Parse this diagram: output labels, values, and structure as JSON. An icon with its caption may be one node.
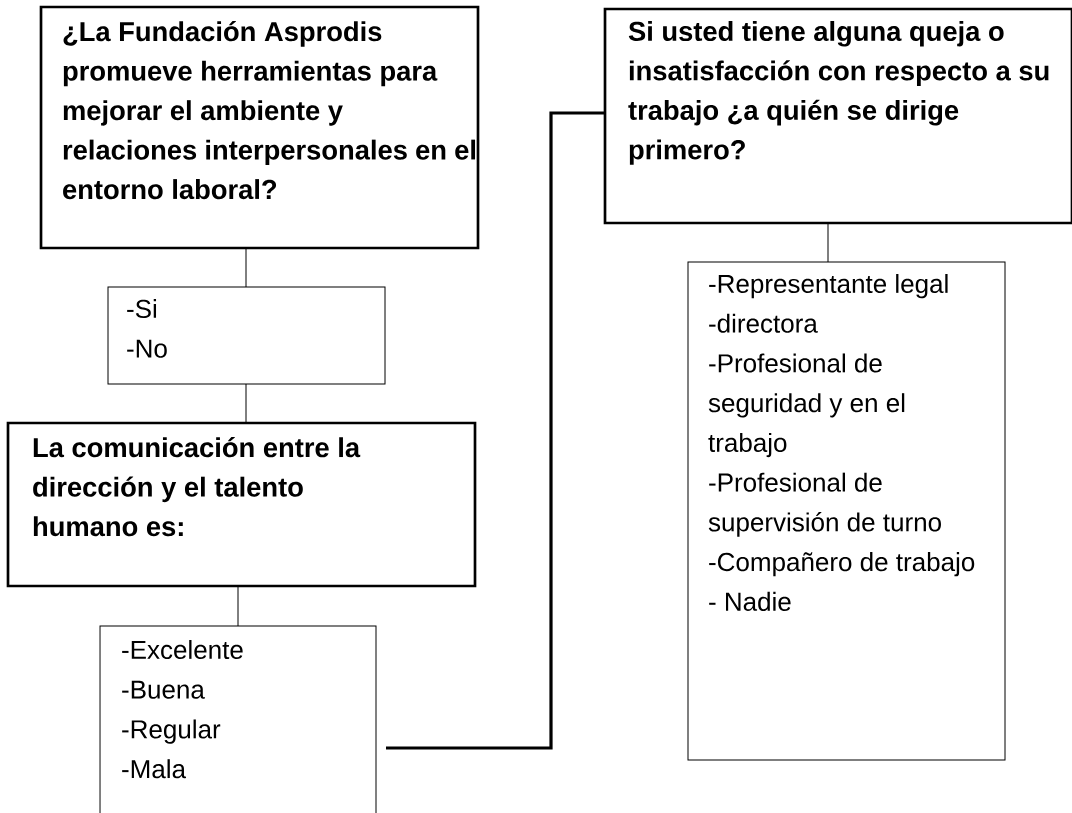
{
  "diagram": {
    "nodes": [
      {
        "text": [
          "¿La Fundación Asprodis promueve herramientas para mejorar el ambiente y relaciones interpersonales en el entorno laboral?"
        ]
      },
      {
        "text": [
          "-Si",
          "-No"
        ]
      },
      {
        "text": [
          "La comunicación entre la dirección y el talento humano es:"
        ]
      },
      {
        "text": [
          "-Excelente",
          "-Buena",
          "-Regular",
          "-Mala"
        ]
      },
      {
        "text": [
          "Si usted tiene alguna queja o insatisfacción con respecto a su trabajo ¿a quién se dirige primero?"
        ]
      },
      {
        "text": [
          "-Representante legal",
          "-directora",
          "-Profesional de seguridad y en el trabajo",
          "-Profesional de supervisión de turno",
          "-Compañero de trabajo",
          "- Nadie"
        ]
      }
    ],
    "edges": [
      {
        "from": 0,
        "to": 1,
        "arrow": "none"
      },
      {
        "from": 1,
        "to": 2,
        "arrow": "none"
      },
      {
        "from": 2,
        "to": 3,
        "arrow": "none"
      },
      {
        "from": 3,
        "to": 4,
        "arrow": "none",
        "style": "thick"
      },
      {
        "from": 4,
        "to": 5,
        "arrow": "none"
      }
    ]
  }
}
